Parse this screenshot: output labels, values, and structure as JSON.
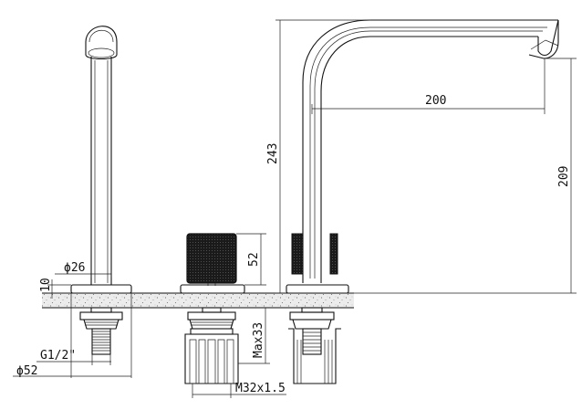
{
  "dimensions": {
    "phi26": "ϕ26",
    "d10": "10",
    "g12": "G1/2\"",
    "phi52": "ϕ52",
    "d52": "52",
    "max33": "Max33",
    "m32": "M32x1.5",
    "d243": "243",
    "d200": "200",
    "d209": "209"
  },
  "colors": {
    "line": "#111111",
    "knurl": "#1a1a1a",
    "counter_fill": "#e6e6e6"
  }
}
